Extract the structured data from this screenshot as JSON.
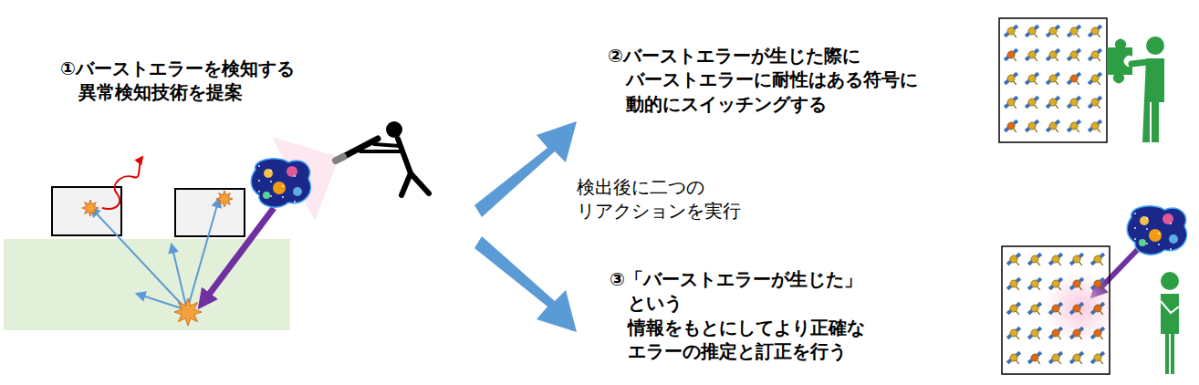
{
  "diagram": {
    "labels": [
      "①バーストエラーを検知する 異常検知技術を提案",
      "②バーストエラーが生じた際に バーストエラーに耐性はある符号に 動的にスイッチングする",
      "検出後に二つの リアクションを実行",
      "③「バーストエラーが生じた」という 情報をもとにしてより正確な エラーの推定と訂正を行う"
    ]
  }
}
